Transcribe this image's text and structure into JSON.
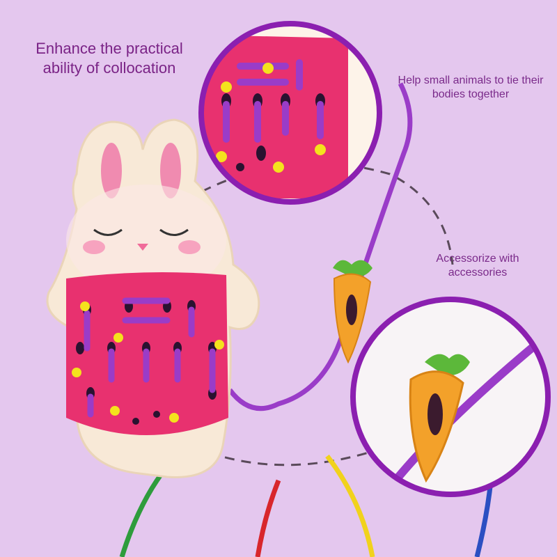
{
  "captions": {
    "main": "Enhance the practical ability of collocation",
    "top_right": "Help small animals to tie their bodies together",
    "middle_right": "Accessorize with accessories"
  },
  "colors": {
    "background": "#e4c7ee",
    "caption_text": "#7a2386",
    "circle_border": "#8b1fb0",
    "body_pink": "#e8316f",
    "lace_purple": "#9a3cc8",
    "carrot_orange": "#f3a12a",
    "leaf_green": "#5cb83a"
  },
  "laces": [
    "green",
    "red",
    "yellow",
    "blue"
  ]
}
